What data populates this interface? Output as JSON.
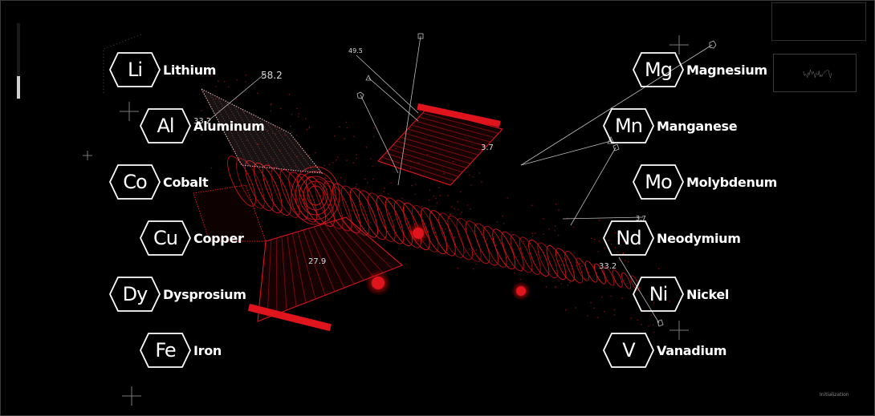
{
  "elements_left": [
    {
      "symbol": "Li",
      "name": "Lithium"
    },
    {
      "symbol": "Al",
      "name": "Aluminum"
    },
    {
      "symbol": "Co",
      "name": "Cobalt"
    },
    {
      "symbol": "Cu",
      "name": "Copper"
    },
    {
      "symbol": "Dy",
      "name": "Dysprosium"
    },
    {
      "symbol": "Fe",
      "name": "Iron"
    }
  ],
  "elements_right": [
    {
      "symbol": "Mg",
      "name": "Magnesium"
    },
    {
      "symbol": "Mn",
      "name": "Manganese"
    },
    {
      "symbol": "Mo",
      "name": "Molybdenum"
    },
    {
      "symbol": "Nd",
      "name": "Neodymium"
    },
    {
      "symbol": "Ni",
      "name": "Nickel"
    },
    {
      "symbol": "V",
      "name": "Vanadium"
    }
  ],
  "measurements": [
    "49.5",
    "58.2",
    "33.2",
    "3.7",
    "3.7",
    "27.9",
    "33.2"
  ],
  "hud": {
    "status_label": "Initialization"
  },
  "colors": {
    "background": "#000000",
    "accent": "#e0141c",
    "hex_stroke": "#ffffff",
    "text": "#ffffff"
  },
  "icons": [
    "hexagon-icon",
    "crosshair-icon",
    "wireframe-jet-icon"
  ]
}
